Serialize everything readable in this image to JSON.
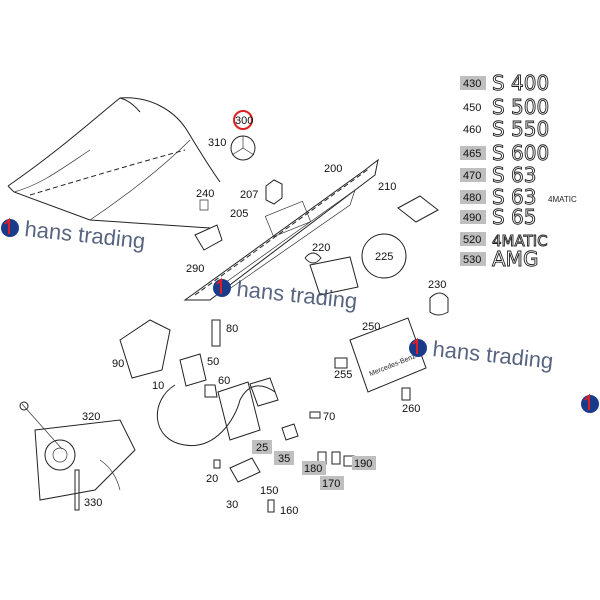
{
  "parts": {
    "p300": "300",
    "p310": "310",
    "p200": "200",
    "p210": "210",
    "p240": "240",
    "p207": "207",
    "p205": "205",
    "p220": "220",
    "p290": "290",
    "p225": "225",
    "p230": "230",
    "p80": "80",
    "p90": "90",
    "p50": "50",
    "p250": "250",
    "p10": "10",
    "p60": "60",
    "p255": "255",
    "p320": "320",
    "p70": "70",
    "p260": "260",
    "p25": "25",
    "p35": "35",
    "p180": "180",
    "p190": "190",
    "p20": "20",
    "p170": "170",
    "p150": "150",
    "p30": "30",
    "p160": "160",
    "p330": "330"
  },
  "badges": [
    {
      "code": "430",
      "text": "S 400",
      "highlight": true
    },
    {
      "code": "450",
      "text": "S 500",
      "highlight": false
    },
    {
      "code": "460",
      "text": "S 550",
      "highlight": false
    },
    {
      "code": "465",
      "text": "S 600",
      "highlight": true
    },
    {
      "code": "470",
      "text": "S 63",
      "highlight": true
    },
    {
      "code": "480",
      "text": "S 63",
      "sub": "4MATIC",
      "highlight": true
    },
    {
      "code": "490",
      "text": "S 65",
      "highlight": true
    },
    {
      "code": "520",
      "text": "4MATIC",
      "highlight": true
    },
    {
      "code": "530",
      "text": "AMG",
      "highlight": true
    }
  ],
  "watermark": "hans trading",
  "plate_text": "Mercedes-Benz",
  "colors": {
    "highlight_box": "#bfbfbf",
    "marker_red": "#e02020",
    "watermark_blue": "#1a3a8a"
  }
}
